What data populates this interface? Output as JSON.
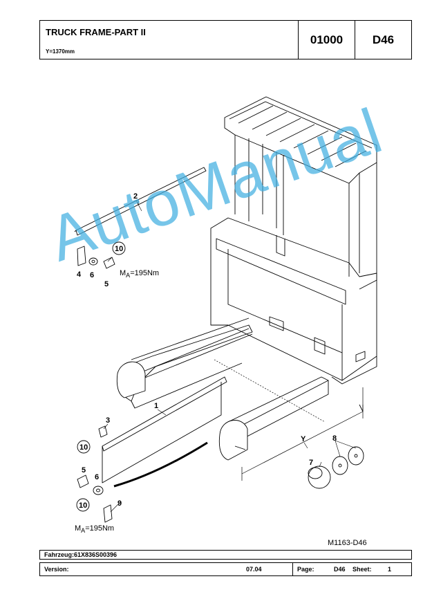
{
  "header": {
    "title": "TRUCK FRAME-PART II",
    "subtitle": "Y=1370mm",
    "group_number": "01000",
    "page_code": "D46"
  },
  "callouts": {
    "n1": "1",
    "n2": "2",
    "n3": "3",
    "n4": "4",
    "n5a": "5",
    "n5b": "5",
    "n6a": "6",
    "n6b": "6",
    "n7": "7",
    "n8": "8",
    "n9": "9",
    "n10a": "10",
    "n10b": "10",
    "n10c": "10",
    "dim_y": "Y",
    "torque_a": "M",
    "torque_a_sub": "A",
    "torque_a_val": "=195Nm",
    "torque_b": "M",
    "torque_b_sub": "A",
    "torque_b_val": "=195Nm"
  },
  "drawing_code": "M1163-D46",
  "watermark": "AutoManual",
  "footer": {
    "vehicle": "Fahrzeug:61X836S00396",
    "version_label": "Version:",
    "version_date": "07.04",
    "page_label": "Page:",
    "page_value": "D46",
    "sheet_label": "Sheet:",
    "sheet_value": "1"
  }
}
